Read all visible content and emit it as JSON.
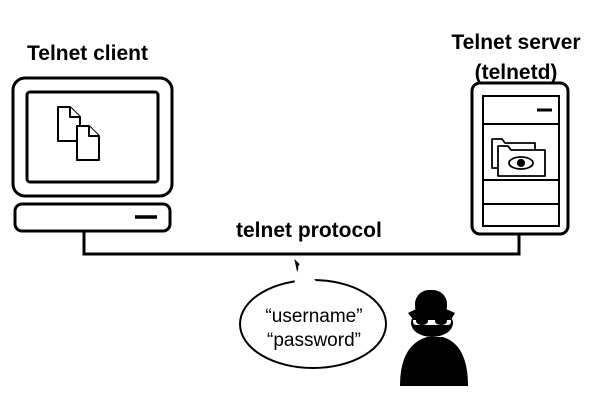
{
  "client": {
    "title": "Telnet client"
  },
  "server": {
    "title_line1": "Telnet server",
    "title_line2": "(telnetd)"
  },
  "connection": {
    "label": "telnet protocol"
  },
  "eavesdrop": {
    "line1": "“username”",
    "line2": "“password”"
  },
  "icons": {
    "client_screen": "documents-icon",
    "server_screen": "folder-eye-icon",
    "attacker": "hacker-icon"
  },
  "colors": {
    "stroke": "#000000",
    "fill": "#ffffff"
  }
}
